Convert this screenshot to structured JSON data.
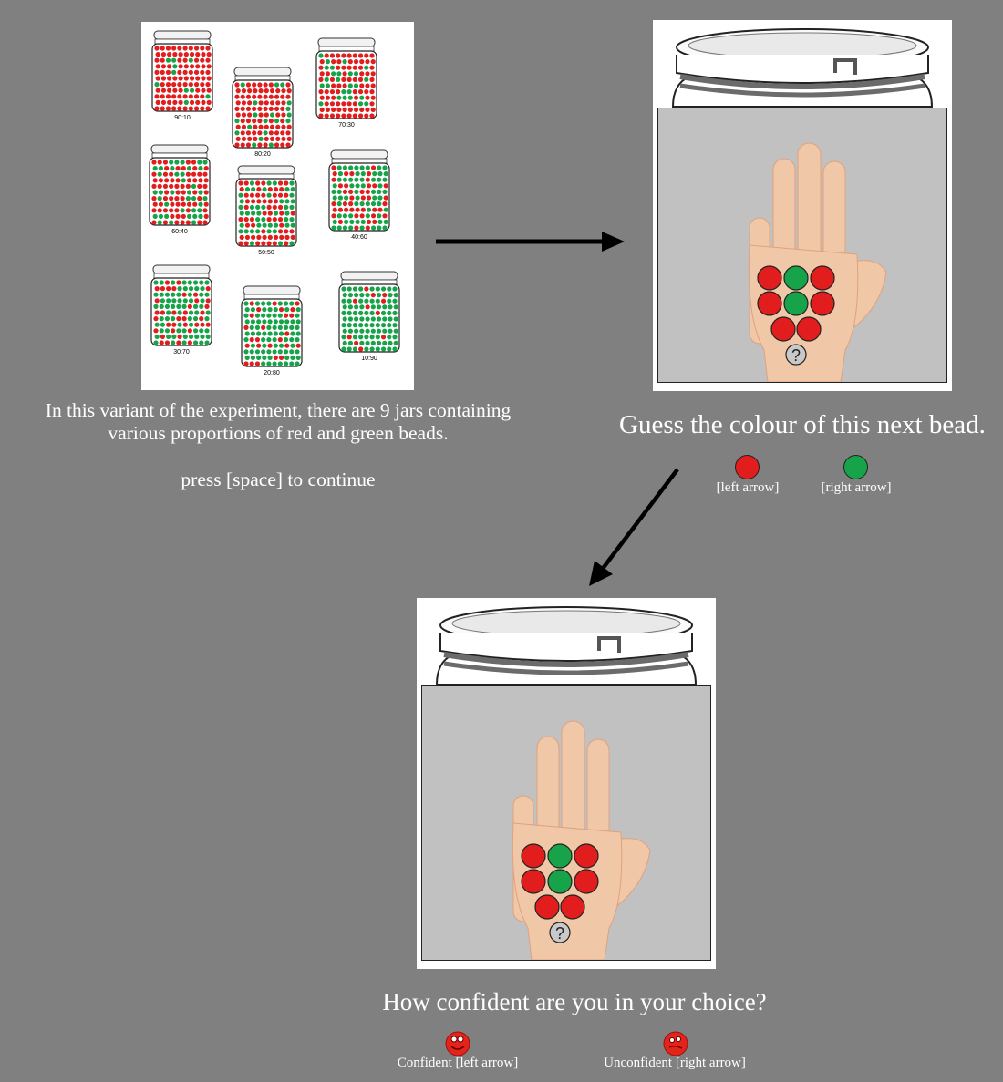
{
  "colors": {
    "background": "#808080",
    "red_bead": "#e11d1d",
    "green_bead": "#17a34a",
    "hand_bg": "#c1c1c1"
  },
  "jars_panel": {
    "jars": [
      {
        "label": "90:10",
        "red": 0.9
      },
      {
        "label": "80:20",
        "red": 0.8
      },
      {
        "label": "70:30",
        "red": 0.7
      },
      {
        "label": "60:40",
        "red": 0.6
      },
      {
        "label": "50:50",
        "red": 0.5
      },
      {
        "label": "40:60",
        "red": 0.4
      },
      {
        "label": "30:70",
        "red": 0.3
      },
      {
        "label": "20:80",
        "red": 0.2
      },
      {
        "label": "10:90",
        "red": 0.1
      }
    ]
  },
  "intro": {
    "line1": "In this variant of the experiment, there are 9 jars containing",
    "line2": "various proportions of red and green beads.",
    "continue_prompt": "press [space] to continue"
  },
  "guess_screen": {
    "prompt": "Guess the colour of this next bead.",
    "red_key_label": "[left arrow]",
    "green_key_label": "[right arrow]",
    "question_mark": "?"
  },
  "confidence_screen": {
    "prompt": "How confident are you in your choice?",
    "confident_label": "Confident [left arrow]",
    "unconfident_label": "Unconfident [right arrow]",
    "question_mark": "?"
  },
  "hand_beads": [
    "red",
    "green",
    "red",
    "red",
    "green",
    "red",
    "red",
    "red"
  ]
}
